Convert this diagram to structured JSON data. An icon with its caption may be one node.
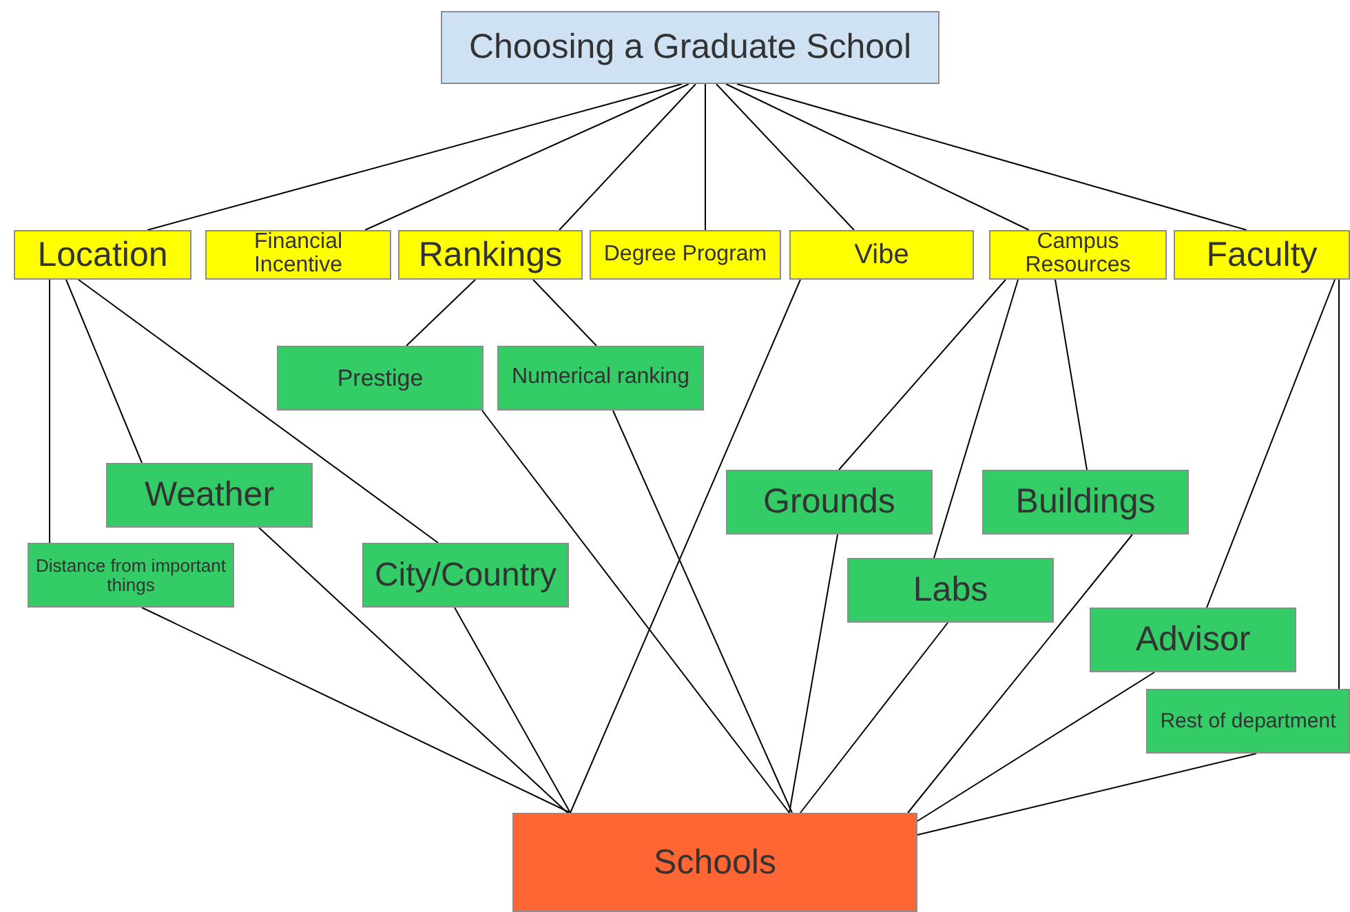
{
  "diagram": {
    "nodes": [
      {
        "text": [
          "Choosing a Graduate School"
        ]
      },
      {
        "text": [
          "Location"
        ]
      },
      {
        "text": [
          "Financial Incentive"
        ]
      },
      {
        "text": [
          "Rankings"
        ]
      },
      {
        "text": [
          "Degree Program"
        ]
      },
      {
        "text": [
          "Vibe"
        ]
      },
      {
        "text": [
          "Campus Resources"
        ]
      },
      {
        "text": [
          "Faculty"
        ]
      },
      {
        "text": [
          "Prestige"
        ]
      },
      {
        "text": [
          "Numerical ranking"
        ]
      },
      {
        "text": [
          "Weather"
        ]
      },
      {
        "text": [
          "Distance from important things"
        ]
      },
      {
        "text": [
          "City/Country"
        ]
      },
      {
        "text": [
          "Grounds"
        ]
      },
      {
        "text": [
          "Buildings"
        ]
      },
      {
        "text": [
          "Labs"
        ]
      },
      {
        "text": [
          "Advisor"
        ]
      },
      {
        "text": [
          "Rest of department"
        ]
      },
      {
        "text": [
          "Schools"
        ]
      }
    ],
    "edges": [
      {
        "from": 0,
        "to": 1,
        "arrow": "none"
      },
      {
        "from": 0,
        "to": 2,
        "arrow": "none"
      },
      {
        "from": 0,
        "to": 3,
        "arrow": "none"
      },
      {
        "from": 0,
        "to": 4,
        "arrow": "none"
      },
      {
        "from": 0,
        "to": 5,
        "arrow": "none"
      },
      {
        "from": 0,
        "to": 6,
        "arrow": "none"
      },
      {
        "from": 0,
        "to": 7,
        "arrow": "none"
      },
      {
        "from": 1,
        "to": 11,
        "arrow": "none"
      },
      {
        "from": 1,
        "to": 10,
        "arrow": "none"
      },
      {
        "from": 1,
        "to": 12,
        "arrow": "none"
      },
      {
        "from": 3,
        "to": 8,
        "arrow": "none"
      },
      {
        "from": 3,
        "to": 9,
        "arrow": "none"
      },
      {
        "from": 6,
        "to": 13,
        "arrow": "none"
      },
      {
        "from": 6,
        "to": 15,
        "arrow": "none"
      },
      {
        "from": 6,
        "to": 14,
        "arrow": "none"
      },
      {
        "from": 7,
        "to": 16,
        "arrow": "none"
      },
      {
        "from": 7,
        "to": 17,
        "arrow": "none"
      },
      {
        "from": 11,
        "to": 18,
        "arrow": "none"
      },
      {
        "from": 10,
        "to": 18,
        "arrow": "none"
      },
      {
        "from": 12,
        "to": 18,
        "arrow": "none"
      },
      {
        "from": 5,
        "to": 18,
        "arrow": "none"
      },
      {
        "from": 8,
        "to": 18,
        "arrow": "none"
      },
      {
        "from": 9,
        "to": 18,
        "arrow": "none"
      },
      {
        "from": 13,
        "to": 18,
        "arrow": "none"
      },
      {
        "from": 15,
        "to": 18,
        "arrow": "none"
      },
      {
        "from": 14,
        "to": 18,
        "arrow": "none"
      },
      {
        "from": 16,
        "to": 18,
        "arrow": "none"
      },
      {
        "from": 17,
        "to": 18,
        "arrow": "none"
      }
    ]
  }
}
